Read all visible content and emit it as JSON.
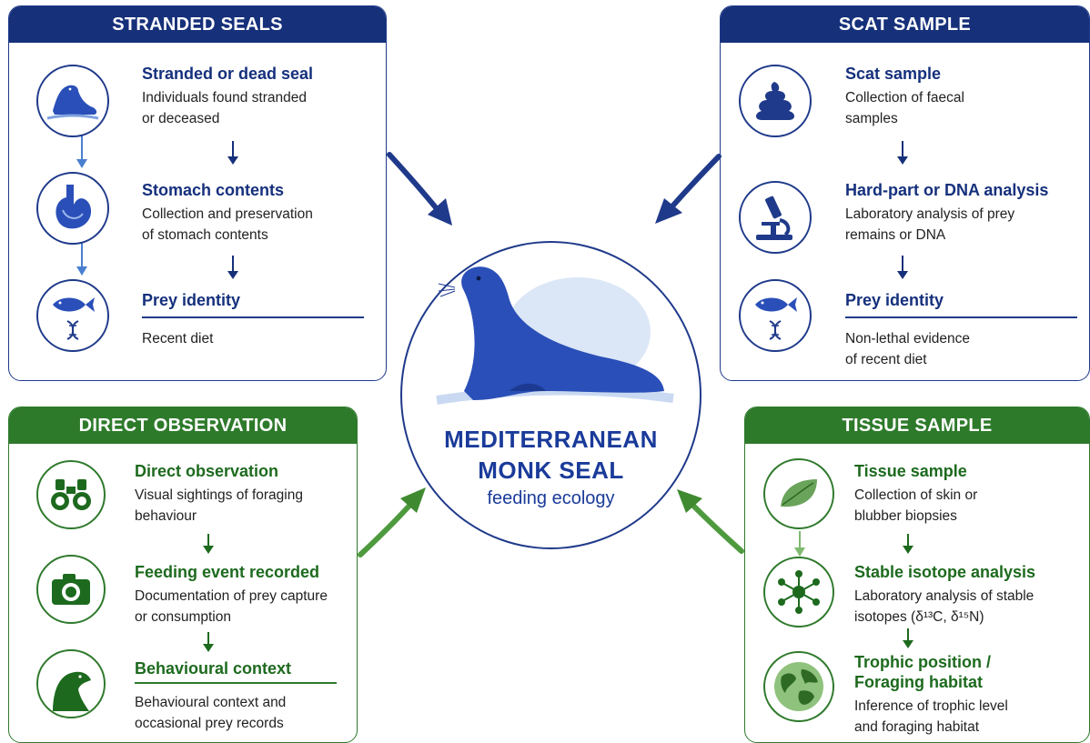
{
  "center": {
    "title_line1": "MEDITERRANEAN",
    "title_line2": "MONK SEAL",
    "subtitle": "feeding ecology"
  },
  "stranded": {
    "header": "STRANDED SEALS",
    "steps": [
      {
        "title": "Stranded or dead seal",
        "desc1": "Individuals found stranded",
        "desc2": "or deceased",
        "icon": "seal-icon"
      },
      {
        "title": "Stomach contents",
        "desc1": "Collection and preservation",
        "desc2": "of stomach contents",
        "icon": "stomach-icon"
      },
      {
        "title": "Prey identity",
        "desc1": "Recent diet",
        "icon": "fish-dna-icon"
      }
    ]
  },
  "scat": {
    "header": "SCAT SAMPLE",
    "steps": [
      {
        "title": "Scat sample",
        "desc1": "Collection of faecal",
        "desc2": "samples",
        "icon": "scat-icon"
      },
      {
        "title": "Hard-part or DNA analysis",
        "desc1": "Laboratory analysis of prey",
        "desc2": "remains or DNA",
        "icon": "microscope-icon"
      },
      {
        "title": "Prey identity",
        "desc1": "Non-lethal evidence",
        "desc2": "of recent diet",
        "icon": "fish-dna-icon"
      }
    ]
  },
  "direct": {
    "header": "DIRECT OBSERVATION",
    "steps": [
      {
        "title": "Direct observation",
        "desc1": "Visual sightings of foraging",
        "desc2": "behaviour",
        "icon": "binoculars-icon"
      },
      {
        "title": "Feeding event recorded",
        "desc1": "Documentation of prey capture",
        "desc2": "or consumption",
        "icon": "camera-icon"
      },
      {
        "title": "Behavioural context",
        "desc1": "Behavioural context and",
        "desc2": "occasional prey records",
        "icon": "seal-head-icon"
      }
    ]
  },
  "tissue": {
    "header": "TISSUE SAMPLE",
    "steps": [
      {
        "title": "Tissue sample",
        "desc1": "Collection of skin or",
        "desc2": "blubber biopsies",
        "icon": "leaf-icon"
      },
      {
        "title": "Stable isotope analysis",
        "desc1": "Laboratory analysis of stable",
        "desc2": "isotopes (δ¹³C, δ¹⁵N)",
        "icon": "isotope-icon"
      },
      {
        "title_line1": "Trophic position /",
        "title_line2": "Foraging habitat",
        "desc1": "Inference of trophic level",
        "desc2": "and foraging habitat",
        "icon": "globe-icon"
      }
    ]
  },
  "colors": {
    "blue": "#16307a",
    "green": "#2e7a2b",
    "seal_blue": "#2a4fb8"
  }
}
